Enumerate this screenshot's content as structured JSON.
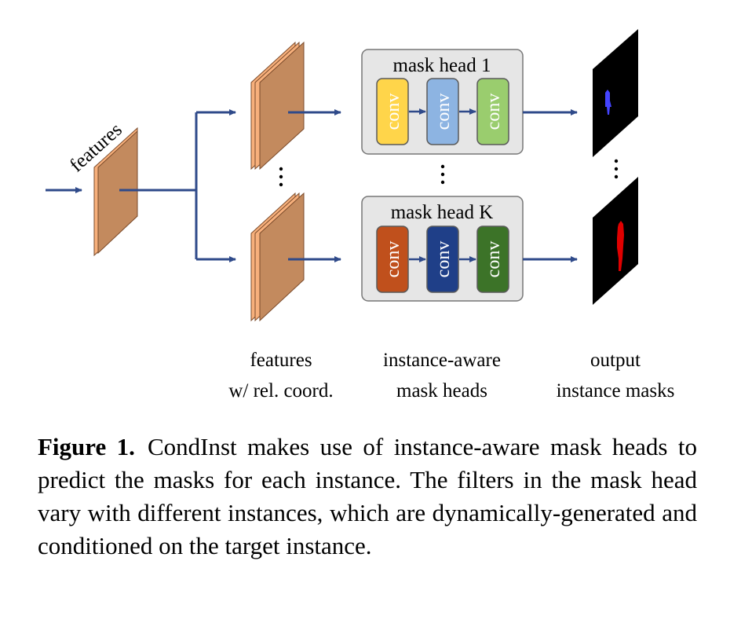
{
  "diagram": {
    "input_label": "features",
    "heads": [
      {
        "title": "mask head 1",
        "convs": [
          {
            "label": "conv",
            "color": "#FFD54A"
          },
          {
            "label": "conv",
            "color": "#8DB4E2"
          },
          {
            "label": "conv",
            "color": "#9ACD6E"
          }
        ]
      },
      {
        "title": "mask head K",
        "convs": [
          {
            "label": "conv",
            "color": "#C0501C"
          },
          {
            "label": "conv",
            "color": "#1F3F88"
          },
          {
            "label": "conv",
            "color": "#3C7328"
          }
        ]
      }
    ],
    "column_labels": [
      {
        "line1": "features",
        "line2": "w/ rel. coord."
      },
      {
        "line1": "instance-aware",
        "line2": "mask heads"
      },
      {
        "line1": "output",
        "line2": "instance masks"
      }
    ],
    "colors": {
      "feature_face": "#C38A5E",
      "feature_edge": "#F7B07C",
      "arrow": "#2F4A8A",
      "head_bg": "#E6E6E6",
      "mask_bg": "#000000",
      "mask_person_1": "#4444FF",
      "mask_person_K": "#E00000"
    }
  },
  "caption": {
    "label": "Figure 1.",
    "text": "CondInst makes use of instance-aware mask heads to predict the masks for each instance. The filters in the mask head vary with different instances, which are dynamically-generated and conditioned on the target instance."
  }
}
